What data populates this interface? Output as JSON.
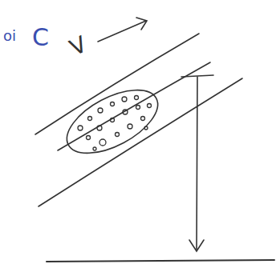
{
  "diagram": {
    "labels": [
      "V",
      "C",
      "oi"
    ]
  }
}
